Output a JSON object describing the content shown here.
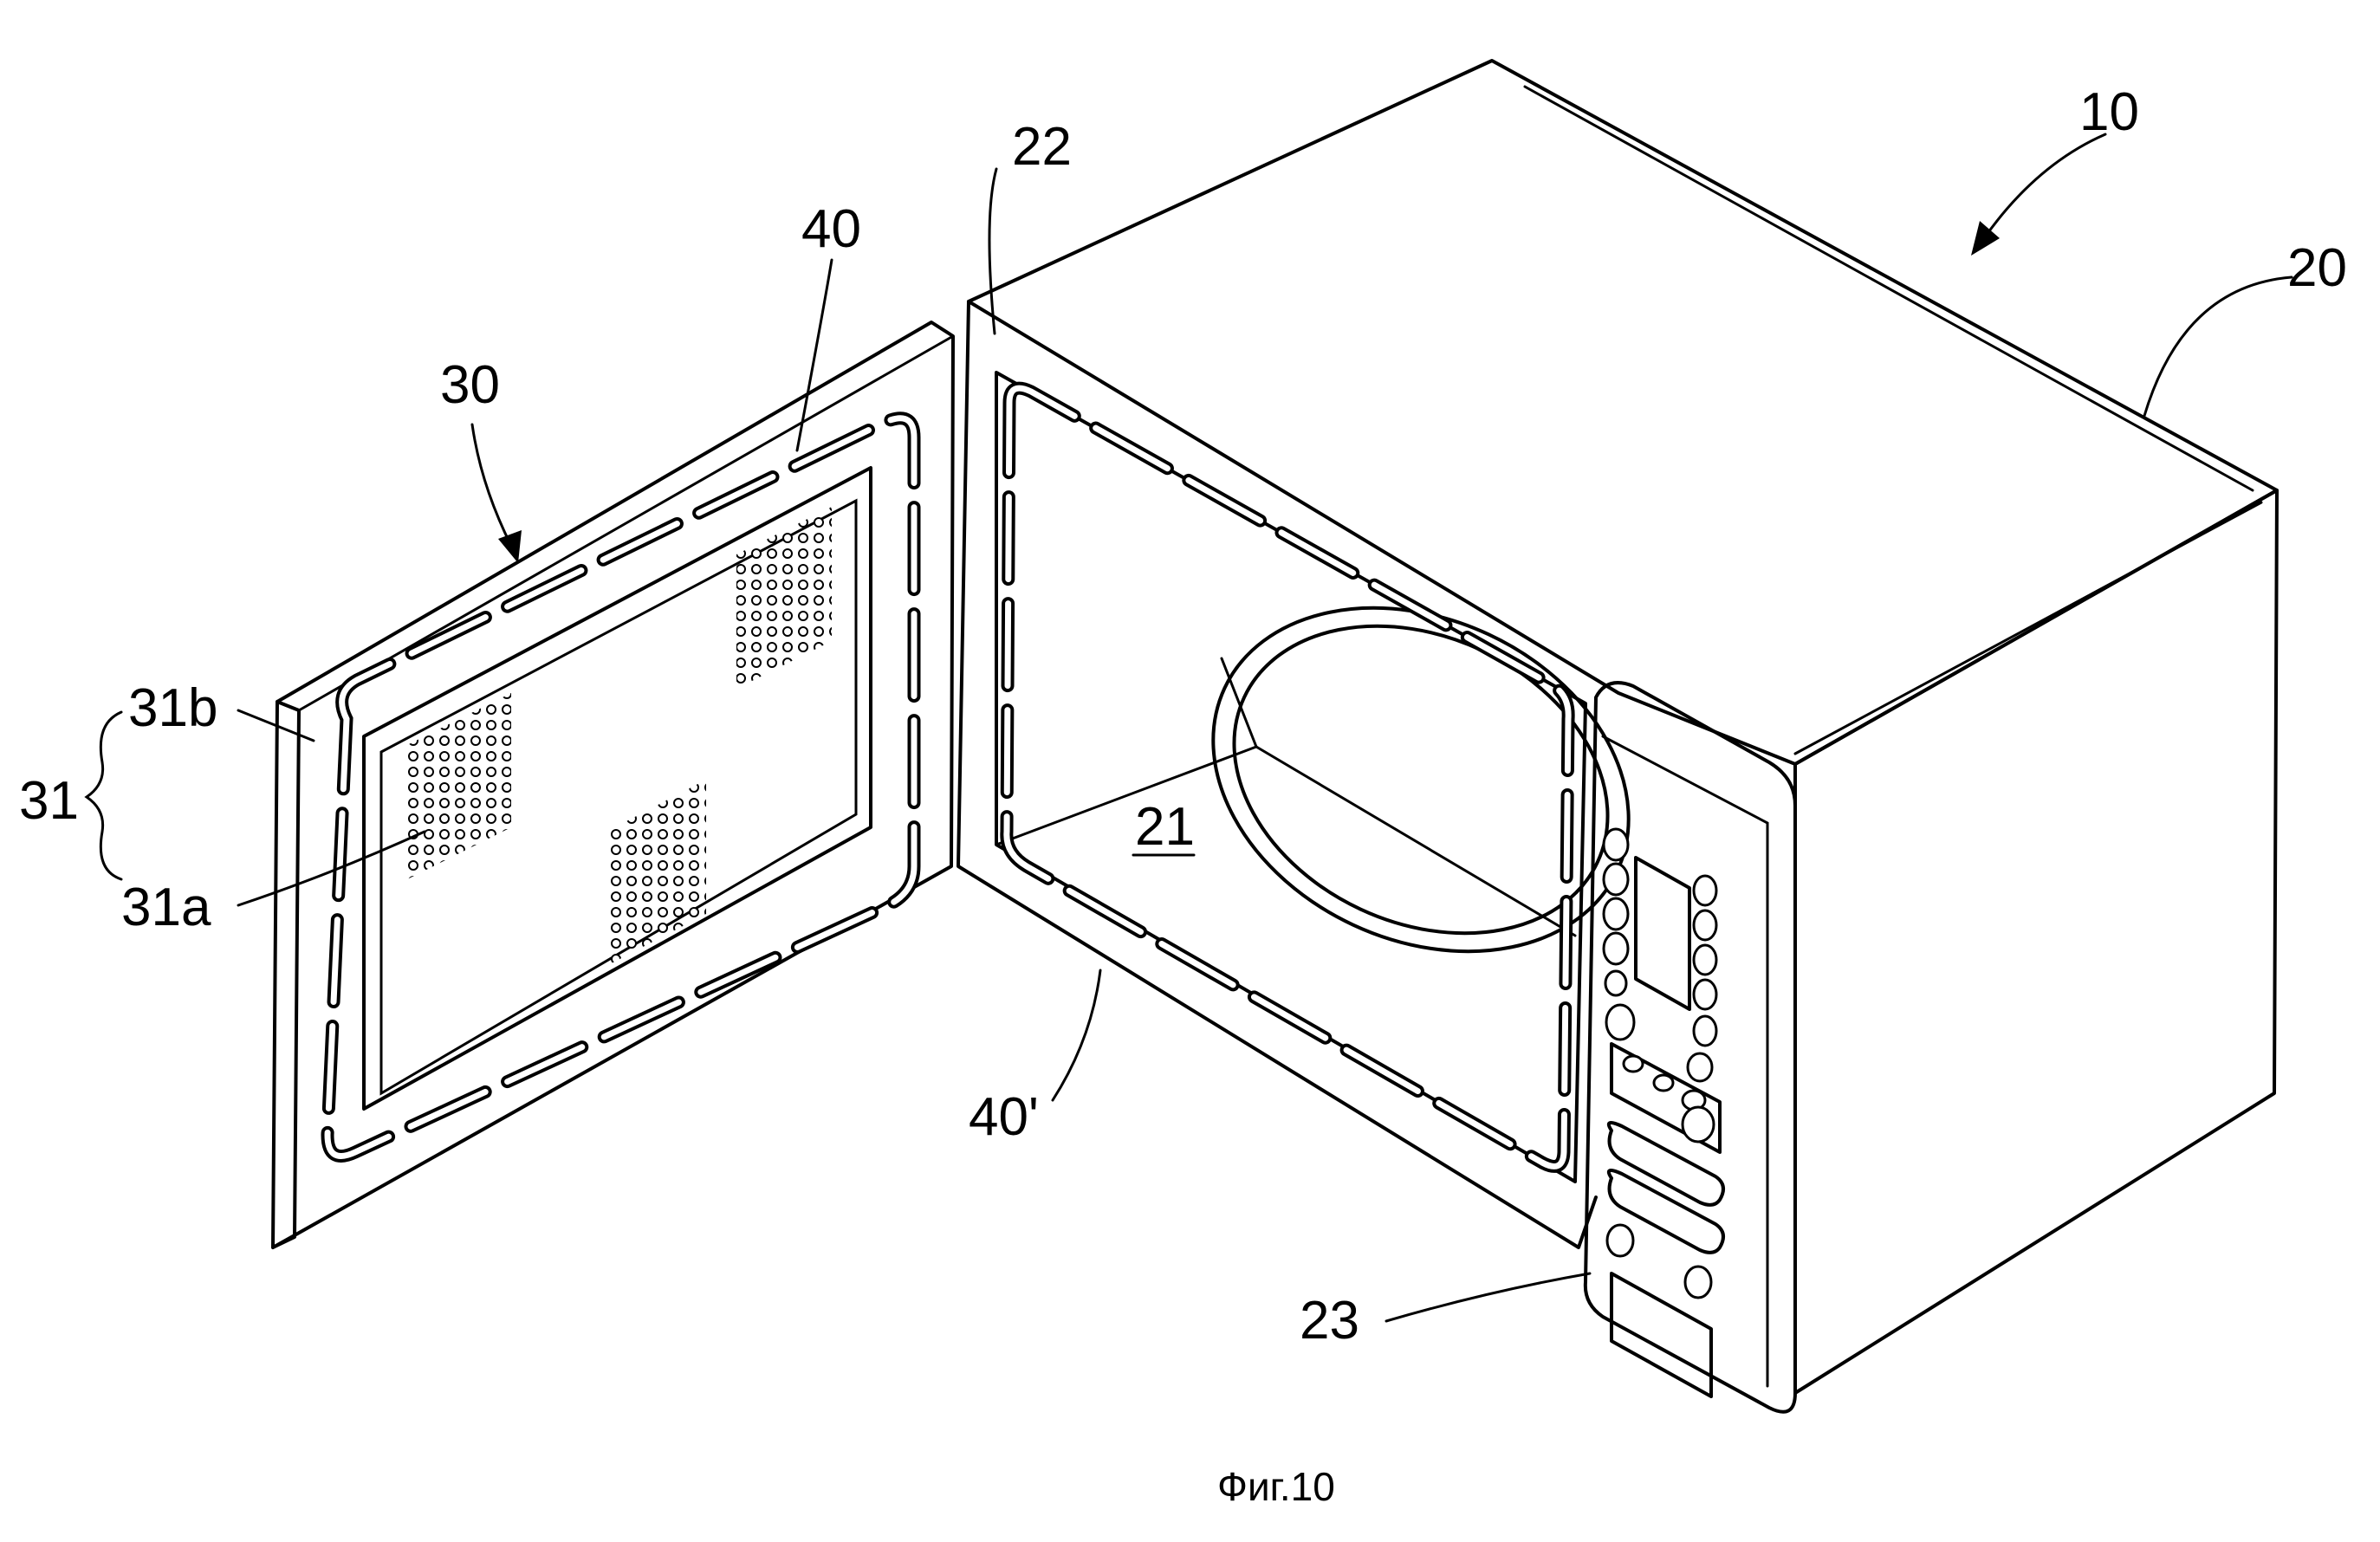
{
  "figure": {
    "caption": "Фиг.10",
    "labels": {
      "ref_10": "10",
      "ref_20": "20",
      "ref_21": "21",
      "ref_22": "22",
      "ref_23": "23",
      "ref_30": "30",
      "ref_31": "31",
      "ref_31a": "31a",
      "ref_31b": "31b",
      "ref_40": "40",
      "ref_40_prime": "40'"
    }
  }
}
